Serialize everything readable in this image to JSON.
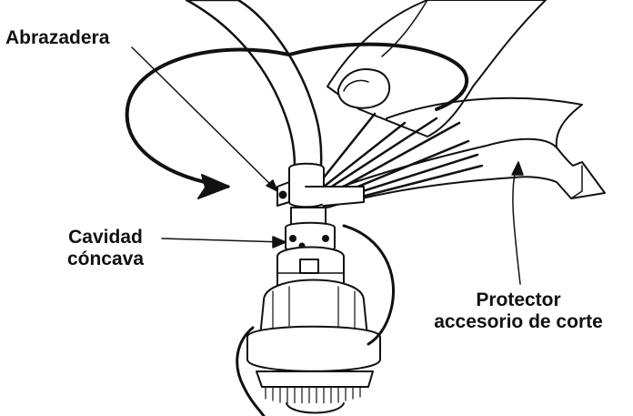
{
  "labels": {
    "clamp": "Abrazadera",
    "concave_cavity_line1": "Cavidad",
    "concave_cavity_line2": "cóncava",
    "guard_line1": "Protector",
    "guard_line2": "accesorio de corte"
  },
  "colors": {
    "ink": "#111111",
    "fill": "#ffffff",
    "shade": "#d9d9d9"
  }
}
